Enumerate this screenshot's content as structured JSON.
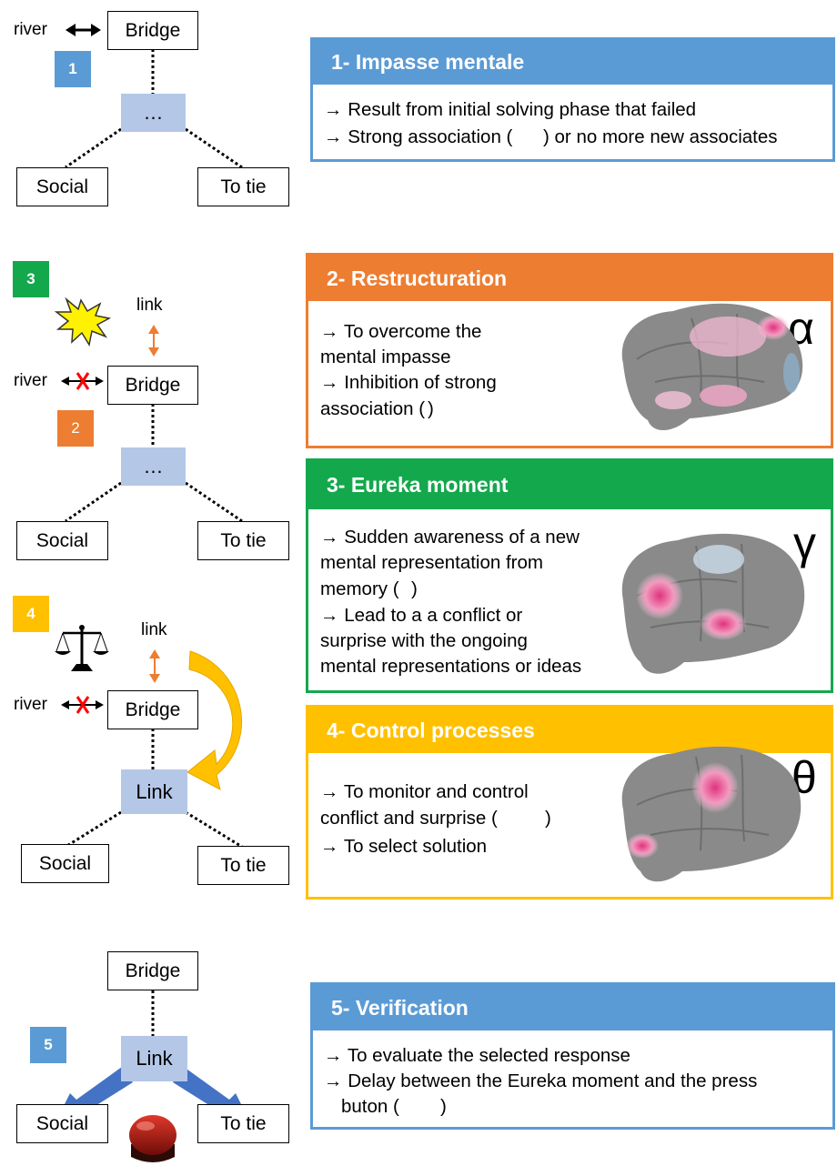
{
  "colors": {
    "blue": "#5b9bd5",
    "orange": "#ed7d31",
    "green": "#14a84d",
    "yellow": "#ffc000",
    "node_fill": "#b4c7e7"
  },
  "diagram1": {
    "badge": "1",
    "river": "river",
    "bridge": "Bridge",
    "center": "…",
    "social": "Social",
    "totie": "To tie"
  },
  "diagram2": {
    "badge_top": "3",
    "badge_mid": "2",
    "link": "link",
    "river": "river",
    "bridge": "Bridge",
    "center": "…",
    "social": "Social",
    "totie": "To tie",
    "icons": [
      "explosion-icon",
      "cross-icon"
    ]
  },
  "diagram3": {
    "badge": "4",
    "link": "link",
    "river": "river",
    "bridge": "Bridge",
    "center": "Link",
    "social": "Social",
    "totie": "To tie",
    "icons": [
      "balance-scale-icon",
      "curved-arrow-icon"
    ]
  },
  "diagram4": {
    "badge": "5",
    "bridge": "Bridge",
    "center": "Link",
    "social": "Social",
    "totie": "To tie",
    "icons": [
      "red-button-icon"
    ]
  },
  "panels": {
    "p1": {
      "title": "1- Impasse mentale",
      "line1": "→ Result from initial solving phase that failed",
      "line2a": "→ Strong association (",
      "line2b": ") or no more new associates"
    },
    "p2": {
      "title": "2- Restructuration",
      "greek": "α",
      "line1": "→   To   overcome   the",
      "line2": "mental impasse",
      "line3": "→   Inhibition   of   strong",
      "line4a": "association ( ",
      "line4b": " )"
    },
    "p3": {
      "title": "3- Eureka moment",
      "greek": "γ",
      "line1": "→ Sudden awareness of a new",
      "line2": "mental   representation   from",
      "line3a": "memory ( ",
      "line3b": " )",
      "line4": "→   Lead   to   a   a   conflict   or",
      "line5": "surprise    with    the    ongoing",
      "line6": "mental representations or ideas"
    },
    "p4": {
      "title": "4- Control processes",
      "greek": "θ",
      "line1": "→  To  monitor  and  control",
      "line2a": "conflict and surprise (",
      "line2b": ")",
      "line3": "→ To select solution"
    },
    "p5": {
      "title": "5- Verification",
      "line1": "→ To evaluate the selected response",
      "line2": "→ Delay between the Eureka moment and the press",
      "line3a": "buton (",
      "line3b": ")"
    }
  }
}
